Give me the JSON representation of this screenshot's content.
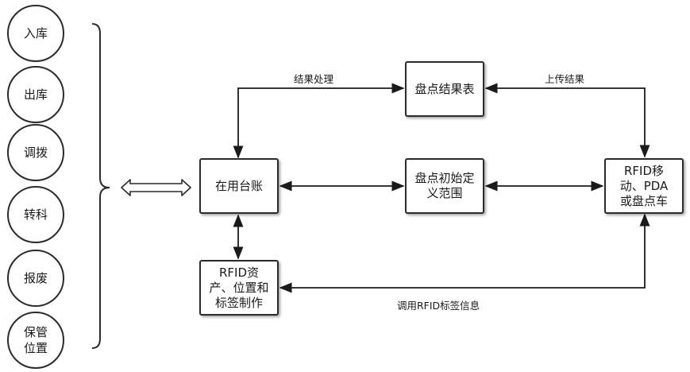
{
  "left_items": [
    {
      "label": "入库"
    },
    {
      "label": "出库"
    },
    {
      "label": "调拨"
    },
    {
      "label": "转科"
    },
    {
      "label": "报废"
    },
    {
      "label": "保管\n位置"
    }
  ],
  "nodes": {
    "ledger": "在用台账",
    "result_table": "盘点结果表",
    "init_scope": "盘点初始定\n义范围",
    "rfid_device": "RFID移\n动、PDA\n或盘点车",
    "rfid_asset": "RFID资\n产、位置和\n标签制作"
  },
  "edge_labels": {
    "result_processing": "结果处理",
    "upload_result": "上传结果",
    "call_rfid_info": "调用RFID标签信息"
  }
}
